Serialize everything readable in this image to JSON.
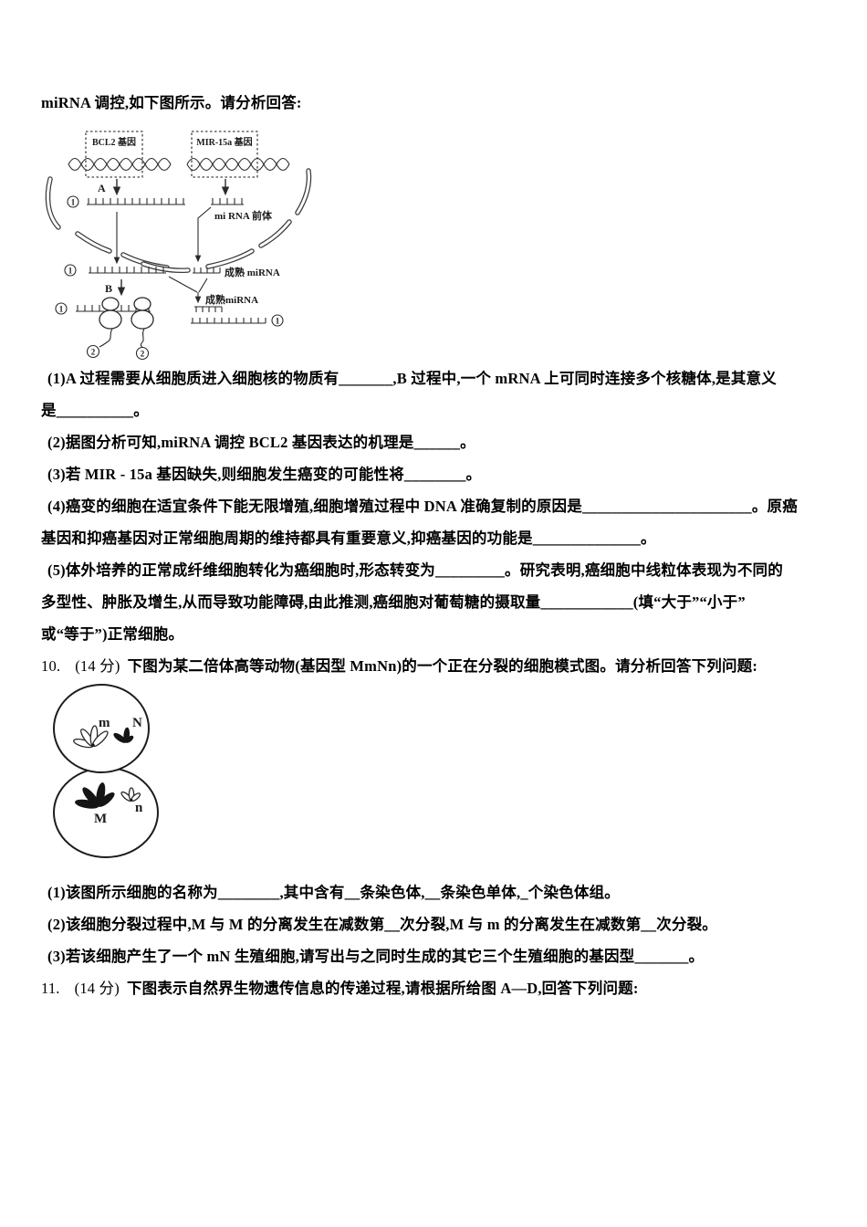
{
  "q9": {
    "intro": "miRNA 调控,如下图所示。请分析回答:",
    "diagram": {
      "bcl2_gene": "BCL2 基因",
      "mir15a_gene": "MIR-15a 基因",
      "process_a": "A",
      "process_b": "B",
      "mirna_precursor": "mi RNA 前体",
      "mature_mirna_right": "成熟 miRNA",
      "mature_mirna_bound": "成熟miRNA",
      "circled_one": "①",
      "circled_two": "②",
      "num1": "1",
      "num2": "2"
    },
    "lines": {
      "s1a": "(1)A 过程需要从细胞质进入细胞核的物质有_______,B 过程中,一个 mRNA 上可同时连接多个核糖体,是其意义",
      "s1b": "是__________。",
      "s2": "(2)据图分析可知,miRNA 调控 BCL2 基因表达的机理是______。",
      "s3": "(3)若 MIR - 15a 基因缺失,则细胞发生癌变的可能性将________。",
      "s4a": "(4)癌变的细胞在适宜条件下能无限增殖,细胞增殖过程中 DNA 准确复制的原因是______________________。原癌",
      "s4b": "基因和抑癌基因对正常细胞周期的维持都具有重要意义,抑癌基因的功能是______________。",
      "s5a": "(5)体外培养的正常成纤维细胞转化为癌细胞时,形态转变为_________。研究表明,癌细胞中线粒体表现为不同的",
      "s5b": "多型性、肿胀及增生,从而导致功能障碍,由此推测,癌细胞对葡萄糖的摄取量____________(填“大于”“小于”",
      "s5c": "或“等于”)正常细胞。"
    }
  },
  "q10": {
    "number": "10.",
    "score": "(14 分)",
    "stem": "下图为某二倍体高等动物(基因型 MmNn)的一个正在分裂的细胞模式图。请分析回答下列问题:",
    "diagram": {
      "chr_m": "m",
      "chr_N": "N",
      "chr_M": "M",
      "chr_n": "n"
    },
    "lines": {
      "s1": "(1)该图所示细胞的名称为________,其中含有__条染色体,__条染色单体,_个染色体组。",
      "s2": "(2)该细胞分裂过程中,M 与 M 的分离发生在减数第__次分裂,M 与 m 的分离发生在减数第__次分裂。",
      "s3": "(3)若该细胞产生了一个 mN 生殖细胞,请写出与之同时生成的其它三个生殖细胞的基因型_______。"
    }
  },
  "q11": {
    "number": "11.",
    "score": "(14 分)",
    "stem": "下图表示自然界生物遗传信息的传递过程,请根据所给图 A—D,回答下列问题:"
  }
}
